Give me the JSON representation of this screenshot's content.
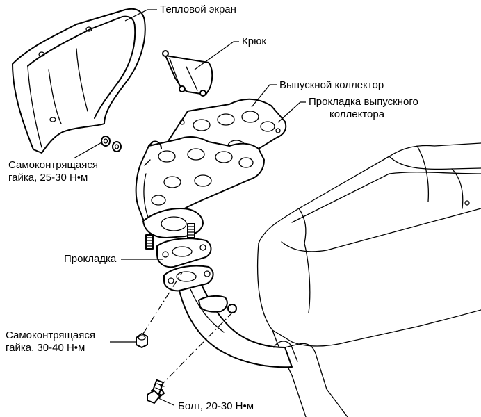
{
  "labels": {
    "heat_shield": "Тепловой экран",
    "hook": "Крюк",
    "exhaust_manifold": "Выпускной коллектор",
    "manifold_gasket_line1": "Прокладка выпускного",
    "manifold_gasket_line2": "коллектора",
    "self_locking_nut_1_line1": "Самоконтрящаяся",
    "self_locking_nut_1_line2": "гайка, 25-30 Н•м",
    "gasket": "Прокладка",
    "self_locking_nut_2_line1": "Самоконтрящаяся",
    "self_locking_nut_2_line2": "гайка, 30-40 Н•м",
    "bolt": "Болт, 20-30 Н•м"
  }
}
